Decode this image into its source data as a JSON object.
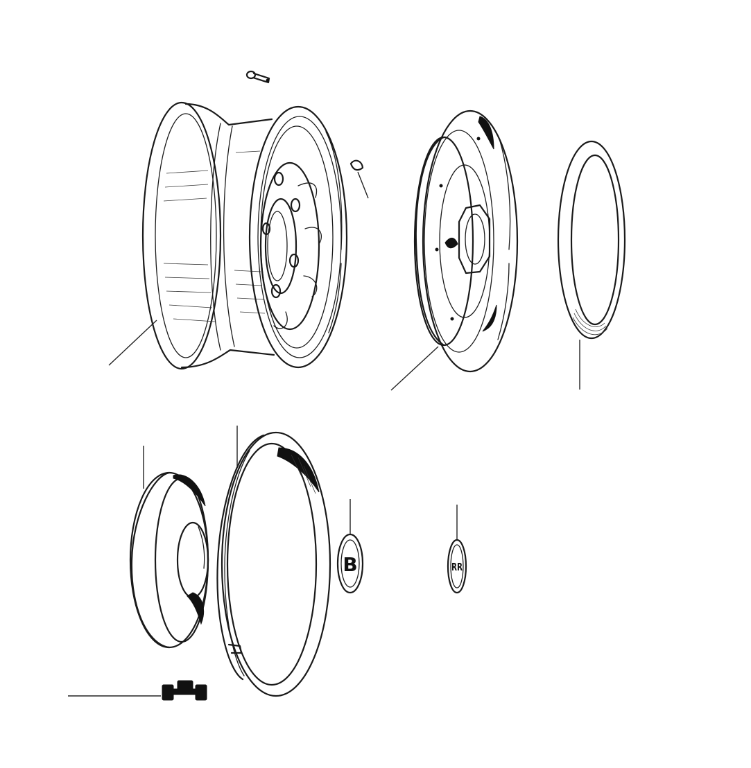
{
  "diagram": {
    "parts": [
      {
        "id": "wheel-rim"
      },
      {
        "id": "valve"
      },
      {
        "id": "balance-weight"
      },
      {
        "id": "hub-cap"
      },
      {
        "id": "rim-trim-ring"
      },
      {
        "id": "inner-cover"
      },
      {
        "id": "embellisher-ring"
      },
      {
        "id": "badge-b"
      },
      {
        "id": "badge-rr"
      },
      {
        "id": "retaining-clip"
      }
    ],
    "badges": {
      "b_letter": "B",
      "rr_letters": "RR"
    },
    "colors": {
      "ink": "#1a1a1a",
      "paper": "#ffffff"
    }
  }
}
